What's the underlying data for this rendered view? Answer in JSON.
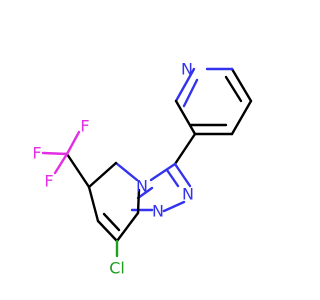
{
  "molecule": {
    "atoms": {
      "n_pyridine": "N",
      "n_bridgehead": "N",
      "n_triazole_2": "N",
      "n_triazole_1": "N",
      "chlorine": "Cl",
      "fluorine_1": "F",
      "fluorine_2": "F",
      "fluorine_3": "F"
    },
    "colors": {
      "nitrogen": "#3333ee",
      "chlorine": "#1f9e1f",
      "fluorine": "#e32ee3",
      "carbon_bond": "#000000"
    }
  }
}
